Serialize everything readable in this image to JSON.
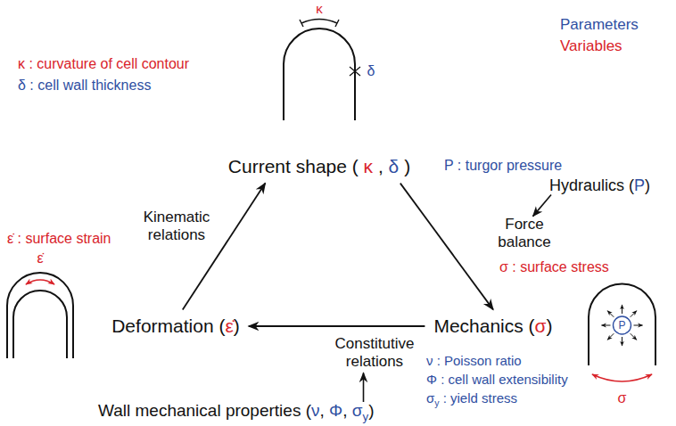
{
  "diagram": {
    "nodes": [
      {
        "text": [
          "Current shape ( κ , δ )"
        ]
      },
      {
        "text": [
          "Deformation (ε̇)"
        ]
      },
      {
        "text": [
          "Mechanics (σ)"
        ]
      }
    ],
    "edges": [
      {
        "from": 0,
        "to": 2,
        "arrow": "to",
        "label": "Force balance"
      },
      {
        "from": 2,
        "to": 1,
        "arrow": "to",
        "label": "Constitutive relations"
      },
      {
        "from": 1,
        "to": 0,
        "arrow": "to",
        "label": "Kinematic relations"
      }
    ],
    "labels": [
      "κ : curvature of cell contour",
      "δ : cell wall thickness",
      "Parameters",
      "Variables",
      "κ",
      "δ",
      "P : turgor pressure",
      "Hydraulics (P)",
      "ε̇ : surface strain",
      "ε̇",
      "σ : surface stress",
      "P",
      "σ",
      "ν : Poisson ratio",
      "Φ : cell wall extensibility",
      "σy : yield stress",
      "Wall mechanical properties (ν, Φ, σy)"
    ]
  }
}
